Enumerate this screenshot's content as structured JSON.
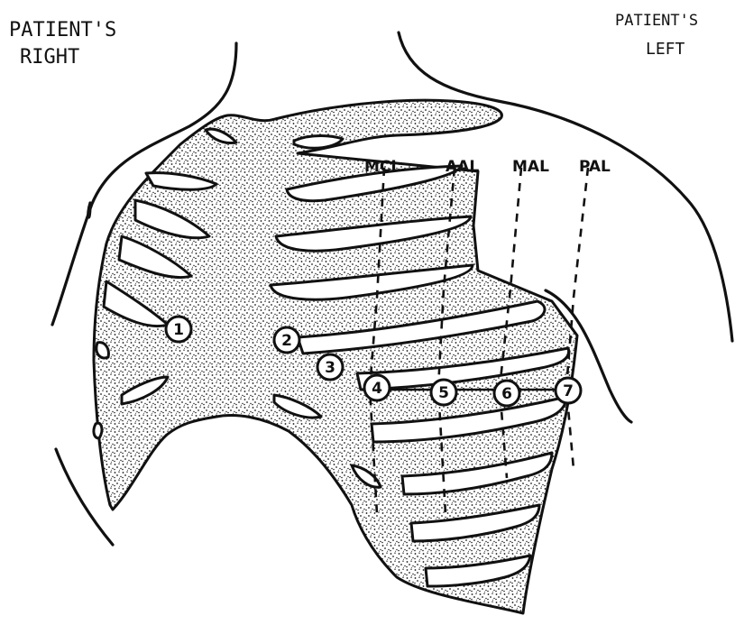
{
  "labels": {
    "patient_right_line1": "PATIENT'S",
    "patient_right_line2": "RIGHT",
    "patient_left_line1": "PATIENT'S",
    "patient_left_line2": "LEFT"
  },
  "reference_lines": [
    {
      "id": "mcl",
      "label": "MCL"
    },
    {
      "id": "aal",
      "label": "AAL"
    },
    {
      "id": "mal",
      "label": "MAL"
    },
    {
      "id": "pal",
      "label": "PAL"
    }
  ],
  "leads": [
    {
      "id": "lead-1",
      "label": "1"
    },
    {
      "id": "lead-2",
      "label": "2"
    },
    {
      "id": "lead-3",
      "label": "3"
    },
    {
      "id": "lead-4",
      "label": "4"
    },
    {
      "id": "lead-5",
      "label": "5"
    },
    {
      "id": "lead-6",
      "label": "6"
    },
    {
      "id": "lead-7",
      "label": "7"
    }
  ],
  "colors": {
    "ink": "#111111",
    "paper": "#ffffff"
  }
}
